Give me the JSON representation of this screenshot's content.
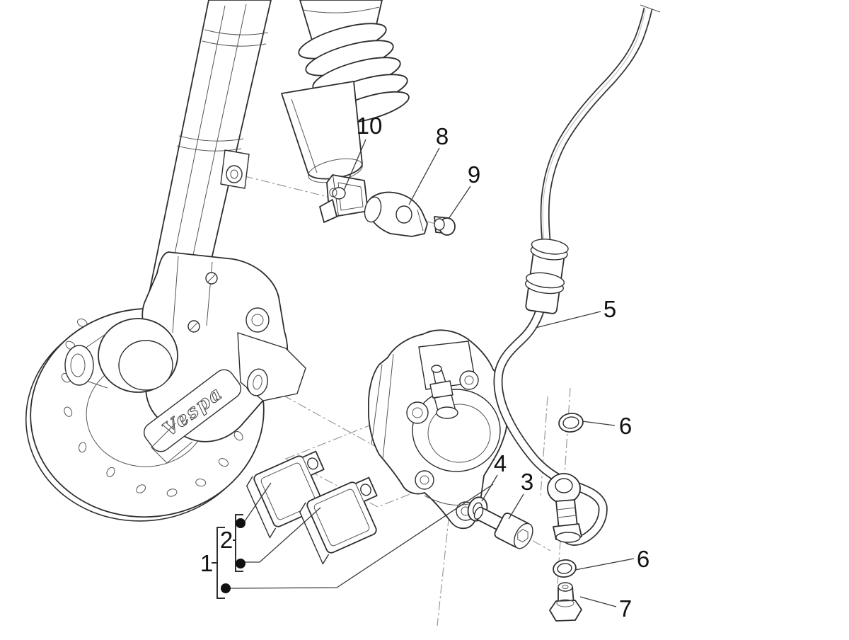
{
  "figure": {
    "type": "exploded-parts-diagram",
    "subject": "front brake caliper, pads and hose assembly",
    "background": "#ffffff",
    "line_color": "#2e2e2e",
    "construction_line_color": "#9a9a9a",
    "callouts": {
      "c1": "1",
      "c2": "2",
      "c3": "3",
      "c4": "4",
      "c5": "5",
      "c6_upper": "6",
      "c6_lower": "6",
      "c7": "7",
      "c8": "8",
      "c9": "9",
      "c10": "10"
    },
    "logo": {
      "text": "Vespa"
    }
  }
}
